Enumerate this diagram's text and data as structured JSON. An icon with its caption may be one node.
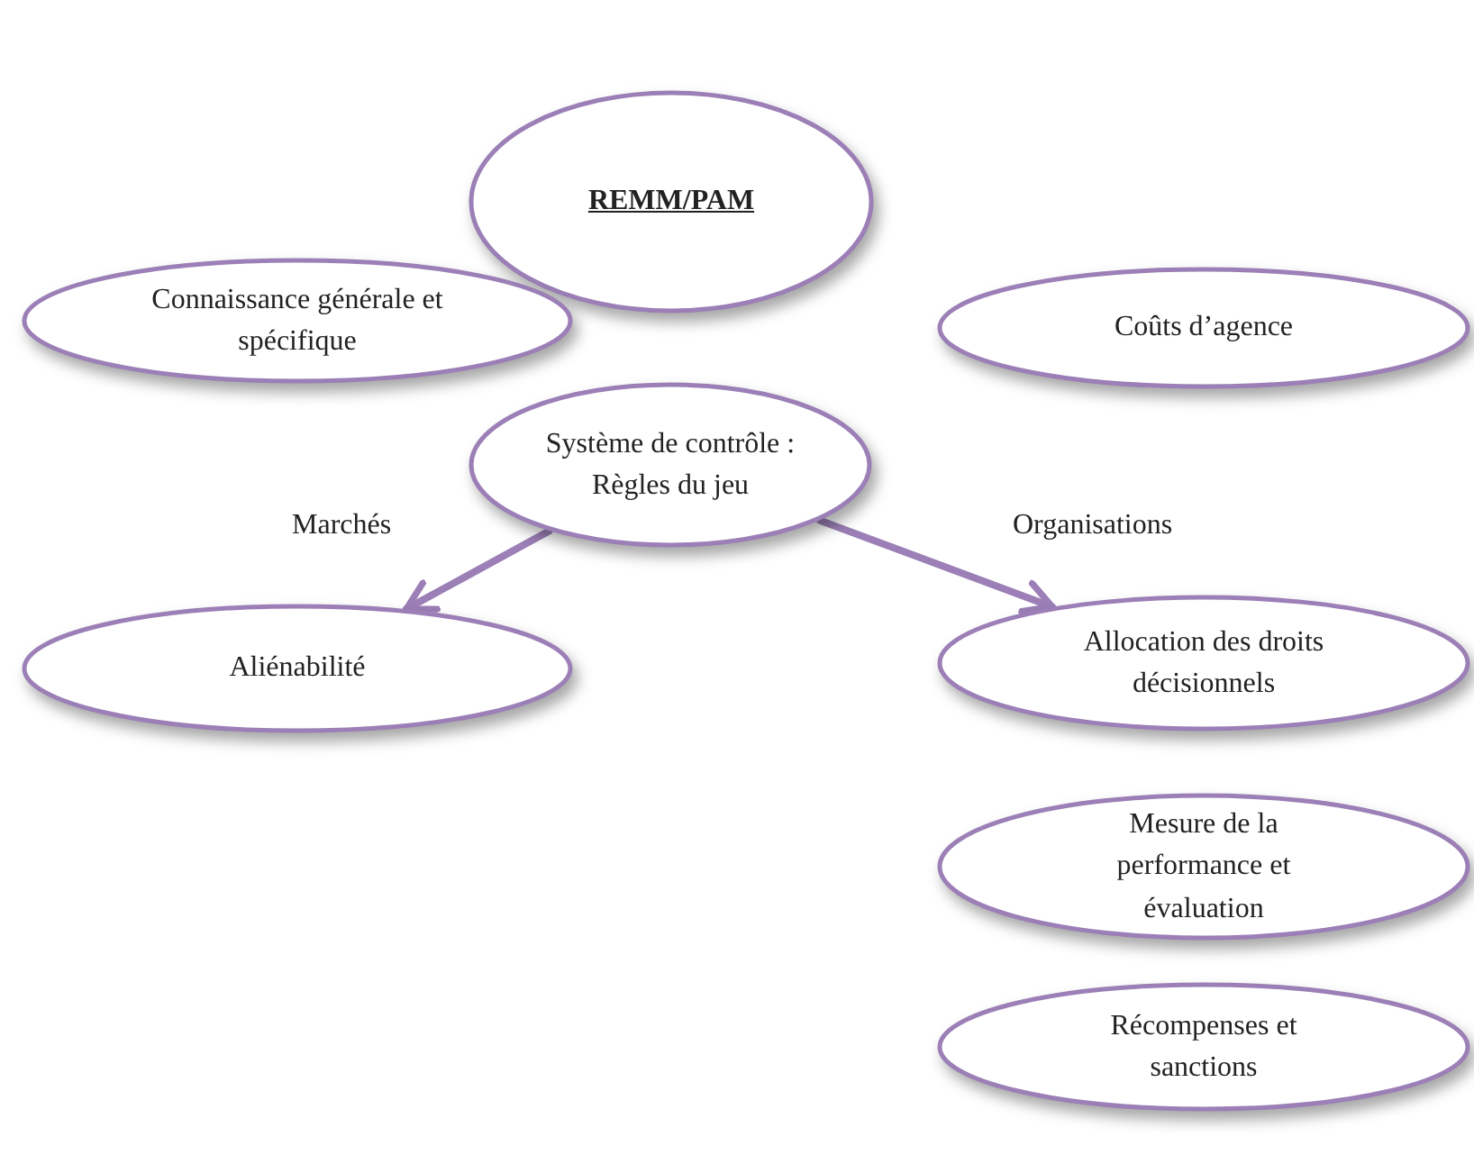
{
  "diagram": {
    "nodes": [
      {
        "text": [
          "REMM/PAM"
        ]
      },
      {
        "text": [
          "Connaissance générale et spécifique"
        ]
      },
      {
        "text": [
          "Coûts d’agence"
        ]
      },
      {
        "text": [
          "Système de contrôle : Règles du jeu"
        ]
      },
      {
        "text": [
          "Aliénabilité"
        ]
      },
      {
        "text": [
          "Allocation des droits décisionnels"
        ]
      },
      {
        "text": [
          "Mesure de la performance et évaluation"
        ]
      },
      {
        "text": [
          "Récompenses et sanctions"
        ]
      }
    ],
    "edges": [
      {
        "from": 3,
        "to": 4,
        "arrow": "to",
        "label": "Marchés"
      },
      {
        "from": 3,
        "to": 5,
        "arrow": "to",
        "label": "Organisations"
      }
    ]
  }
}
